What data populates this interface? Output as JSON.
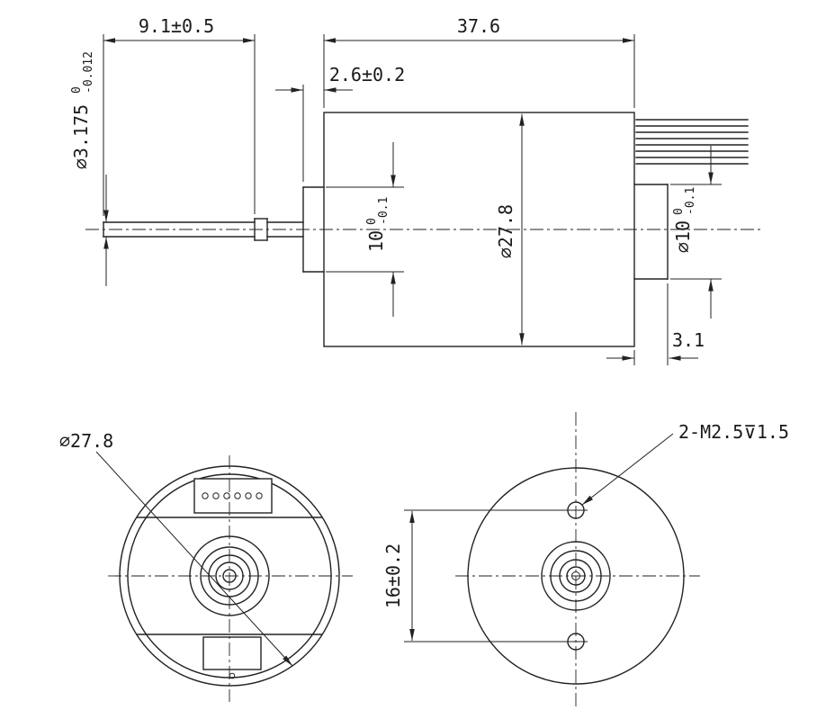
{
  "colors": {
    "line": "#222222",
    "background": "#ffffff"
  },
  "side_view": {
    "shaft_length": "9.1±0.5",
    "body_length": "37.6",
    "front_boss_length": "2.6±0.2",
    "shaft_dia": {
      "main": "∅3.175",
      "upper": "0",
      "lower": "-0.012"
    },
    "front_boss_dia": {
      "main": "10",
      "upper": "0",
      "lower": "-0.1"
    },
    "body_dia": "∅27.8",
    "rear_boss_dia": {
      "main": "∅10",
      "upper": "0",
      "lower": "-0.1"
    },
    "rear_step_length": "3.1"
  },
  "front_view": {
    "outer_dia": "∅27.8"
  },
  "rear_view": {
    "screw_spec": "2-M2.5⊽1.5",
    "hole_spacing": "16±0.2"
  }
}
